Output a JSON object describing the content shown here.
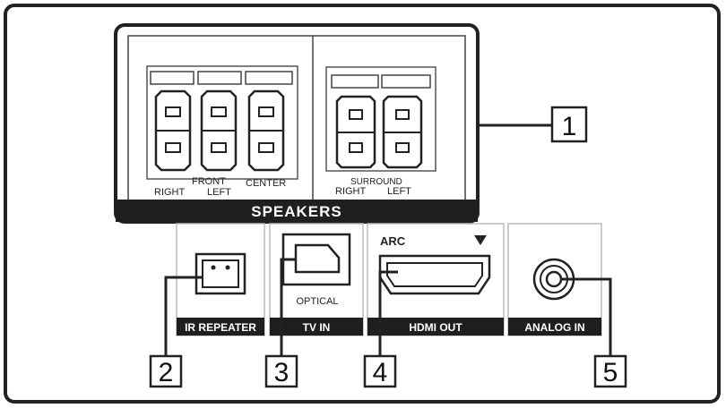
{
  "speakers": {
    "band_label": "SPEAKERS",
    "front_label": "FRONT",
    "front_right_label": "RIGHT",
    "front_left_label": "LEFT",
    "center_label": "CENTER",
    "surround_label": "SURROUND",
    "surround_right_label": "RIGHT",
    "surround_left_label": "LEFT"
  },
  "ports": {
    "ir_repeater_label": "IR REPEATER",
    "optical_label": "OPTICAL",
    "tv_in_label": "TV IN",
    "arc_label": "ARC",
    "hdmi_out_label": "HDMI OUT",
    "analog_in_label": "ANALOG IN"
  },
  "callouts": [
    "1",
    "2",
    "3",
    "4",
    "5"
  ],
  "icons": {
    "speaker_terminal": "speaker-terminal-icon",
    "ir_repeater_port": "ir-repeater-port-icon",
    "optical_port": "optical-port-icon",
    "hdmi_port": "hdmi-port-icon",
    "arc_indicator": "triangle-down-icon",
    "analog_jack": "analog-jack-icon"
  },
  "colors": {
    "line": "#222222",
    "band": "#1f1f1f",
    "panel_fill": "#ffffff"
  }
}
